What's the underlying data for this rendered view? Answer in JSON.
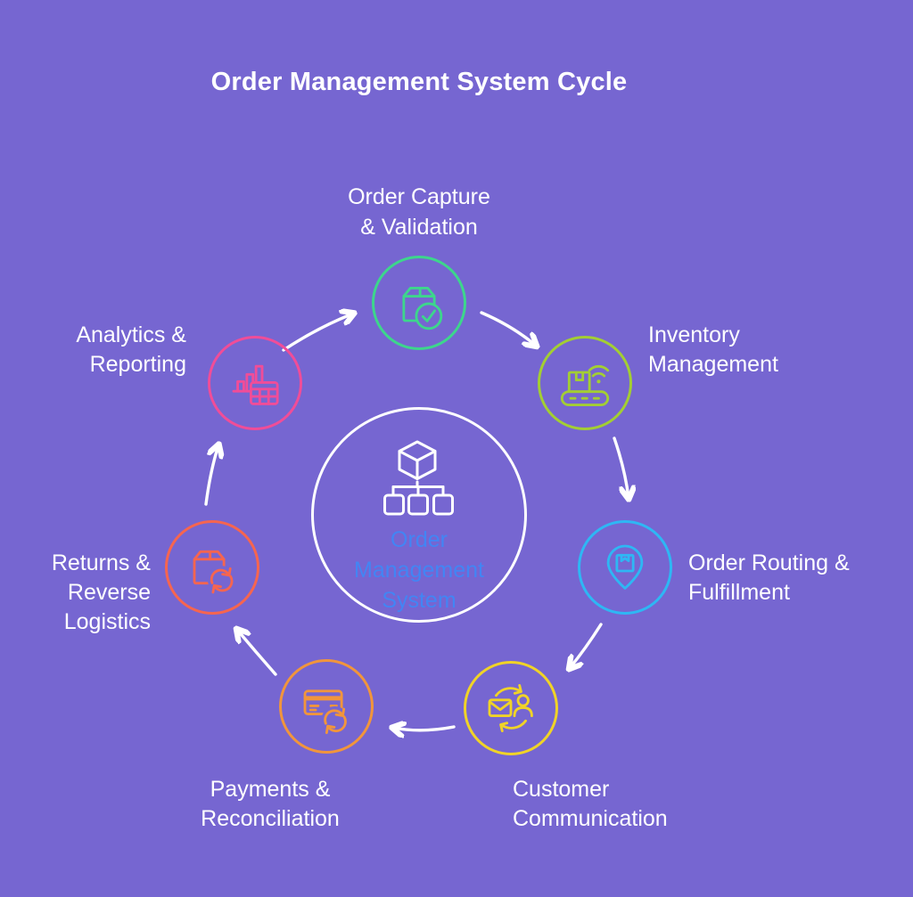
{
  "title": "Order Management System Cycle",
  "colors": {
    "background": "#7666D1",
    "title_text": "#FFFFFF",
    "label_text": "#FFFFFF",
    "arrow": "#FFFFFF",
    "center_ring": "#FFFFFF",
    "center_text": "#4285F4"
  },
  "center": {
    "icon": "system-hierarchy-icon",
    "lines": [
      "Order",
      "Management",
      "System"
    ]
  },
  "nodes": [
    {
      "id": "order-capture",
      "lines": [
        "Order Capture",
        "& Validation"
      ],
      "color": "#3DD68C",
      "icon": "package-check-icon"
    },
    {
      "id": "inventory",
      "lines": [
        "Inventory",
        "Management"
      ],
      "color": "#A3CE33",
      "icon": "conveyor-wifi-icon"
    },
    {
      "id": "order-routing",
      "lines": [
        "Order Routing &",
        "Fulfillment"
      ],
      "color": "#2EB7F4",
      "icon": "location-package-icon"
    },
    {
      "id": "customer-communication",
      "lines": [
        "Customer",
        "Communication"
      ],
      "color": "#F0D327",
      "icon": "mail-person-sync-icon"
    },
    {
      "id": "payments",
      "lines": [
        "Payments &",
        "Reconciliation"
      ],
      "color": "#F1953C",
      "icon": "card-sync-icon"
    },
    {
      "id": "returns",
      "lines": [
        "Returns &",
        "Reverse",
        "Logistics"
      ],
      "color": "#F6654F",
      "icon": "package-return-icon"
    },
    {
      "id": "analytics",
      "lines": [
        "Analytics &",
        "Reporting"
      ],
      "color": "#F04D98",
      "icon": "chart-table-icon"
    }
  ]
}
